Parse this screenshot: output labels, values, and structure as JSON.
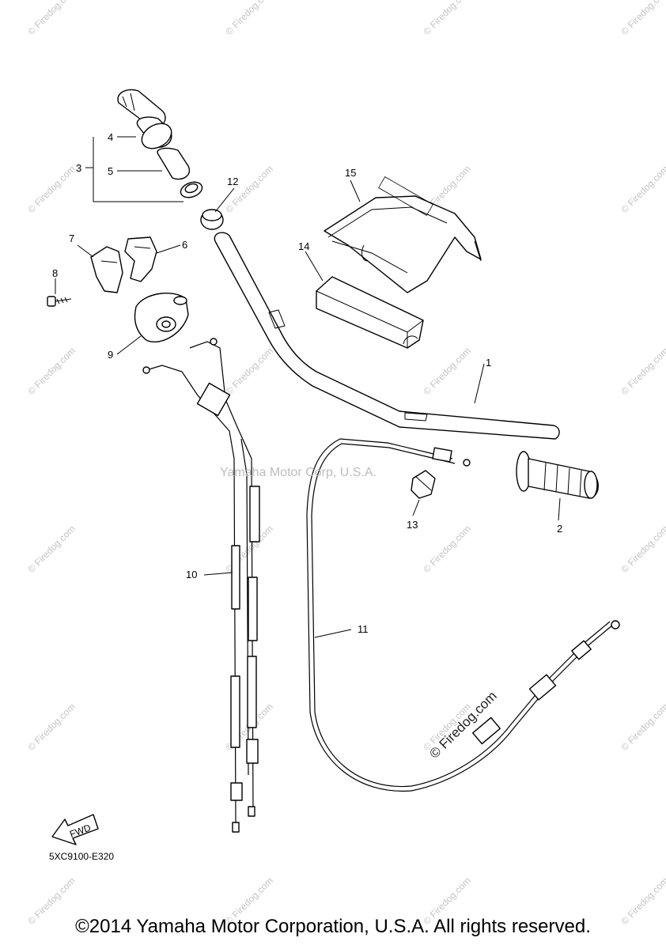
{
  "watermark": "© Firedog.com",
  "corp_watermark": "Yamaha Motor Corp, U.S.A.",
  "diagram_watermark": "© Firedog.com",
  "diagram_code": "5XC9100-E320",
  "fwd_label": "FWD",
  "copyright": "©2014 Yamaha Motor Corporation, U.S.A. All rights reserved.",
  "callouts": {
    "p1": "1",
    "p2": "2",
    "p3": "3",
    "p4": "4",
    "p5": "5",
    "p6": "6",
    "p7": "7",
    "p8": "8",
    "p9": "9",
    "p10": "10",
    "p11": "11",
    "p12": "12",
    "p13": "13",
    "p14": "14",
    "p15": "15"
  },
  "colors": {
    "line": "#000000",
    "watermark": "#c4c4c4"
  }
}
